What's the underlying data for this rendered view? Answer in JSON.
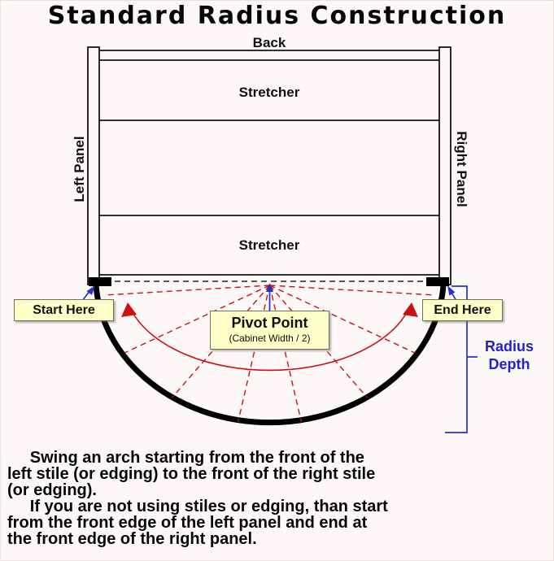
{
  "title": "Standard Radius Construction",
  "colors": {
    "line": "#151515",
    "accent_red": "#cc1111",
    "accent_blue": "#2233cc",
    "label_bg": "#ffffc8"
  },
  "cabinet": {
    "back_label": "Back",
    "stretcher_top_label": "Stretcher",
    "stretcher_bottom_label": "Stretcher",
    "left_panel_label": "Left Panel",
    "right_panel_label": "Right Panel"
  },
  "callouts": {
    "start_label": "Start Here",
    "end_label": "End Here",
    "pivot_title": "Pivot Point",
    "pivot_sub": "(Cabinet Width / 2)",
    "radius_depth_line1": "Radius",
    "radius_depth_line2": "Depth"
  },
  "footer": {
    "lines": [
      "     Swing an arch starting from the front of the",
      "left stile (or edging) to the front of the right stile",
      "(or edging).",
      "     If you are not using stiles or edging, than start",
      "from the front edge of the left panel and end at",
      "the front edge of the right panel."
    ]
  }
}
